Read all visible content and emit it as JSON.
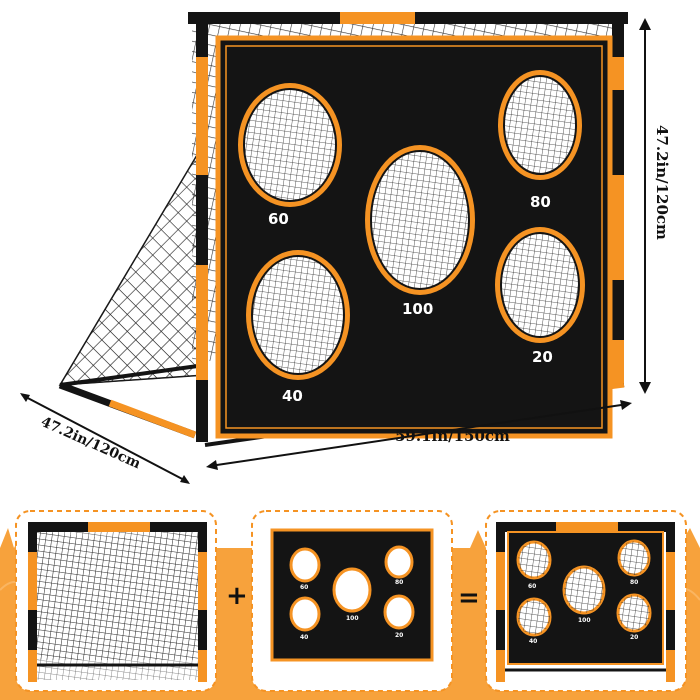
{
  "colors": {
    "orange": "#f59323",
    "black": "#141414",
    "net": "#202020",
    "background": "#ffffff",
    "grass": "#f7a23c"
  },
  "main_image": {
    "scores": {
      "top_left": "60",
      "center": "100",
      "top_right": "80",
      "bottom_left": "40",
      "bottom_right": "20"
    },
    "dimensions": {
      "height": "47.2in/120cm",
      "width": "59.1in/150cm",
      "depth": "47.2in/120cm"
    }
  },
  "bottom_panels": {
    "plus_symbol": "+",
    "equals_symbol": "=",
    "target_scores": {
      "top_left": "60",
      "center": "100",
      "top_right": "80",
      "bottom_left": "40",
      "bottom_right": "20"
    },
    "combined_scores": {
      "top_left": "60",
      "center": "100",
      "top_right": "80",
      "bottom_left": "40",
      "bottom_right": "20"
    }
  }
}
